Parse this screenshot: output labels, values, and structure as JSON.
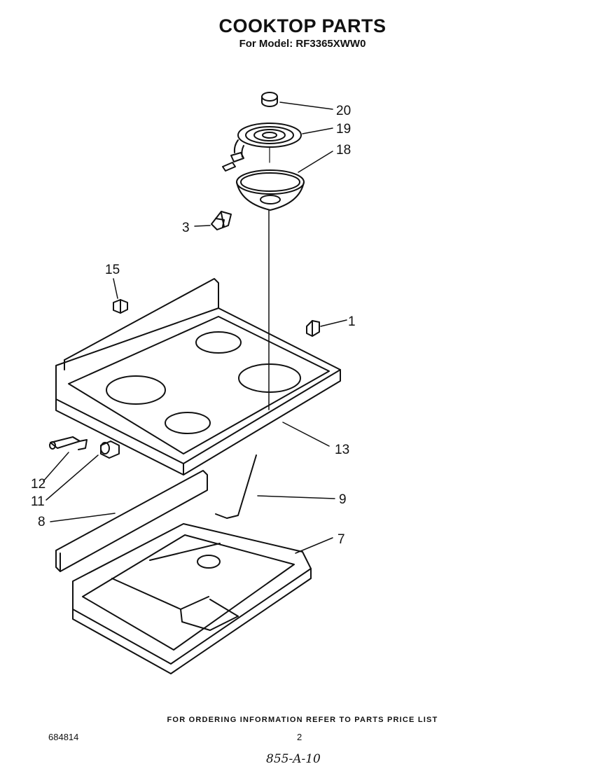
{
  "header": {
    "title": "COOKTOP PARTS",
    "subtitle": "For Model: RF3365XWW0"
  },
  "callouts": [
    "20",
    "19",
    "18",
    "3",
    "15",
    "1",
    "13",
    "12",
    "11",
    "8",
    "9",
    "7"
  ],
  "footer": {
    "notice": "FOR ORDERING INFORMATION REFER TO PARTS PRICE LIST",
    "doc_number": "684814",
    "page_number": "2",
    "handwritten_note": "855-A-10"
  }
}
